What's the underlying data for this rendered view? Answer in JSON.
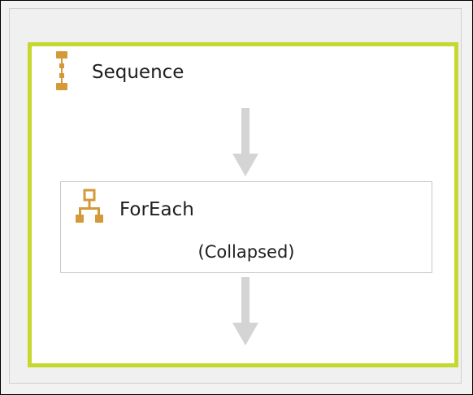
{
  "colors": {
    "sequence_border": "#c4d82e",
    "icon_accent": "#d49a3a",
    "connector_arrow": "#d4d4d4"
  },
  "sequence": {
    "icon": "sequence-icon",
    "title": "Sequence"
  },
  "foreach": {
    "icon": "foreach-icon",
    "title": "ForEach",
    "status": "(Collapsed)"
  },
  "connectors": {
    "icon": "arrow-down-icon"
  }
}
